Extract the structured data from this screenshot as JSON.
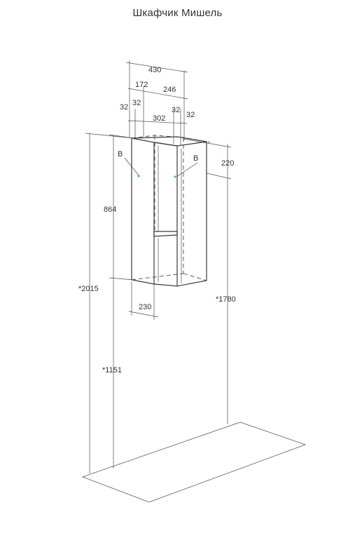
{
  "title": "Шкафчик Мишель",
  "dimensions": {
    "width_total": "430",
    "left_section": "172",
    "right_section": "246",
    "thick_1": "32",
    "thick_2": "32",
    "thick_3": "32",
    "thick_4": "32",
    "inner_width": "302",
    "depth_top": "220",
    "height": "864",
    "total_height": "*2015",
    "height_right": "*1780",
    "base_height": "*1151",
    "depth_bottom": "230"
  },
  "markers": {
    "left": "B",
    "right": "B"
  },
  "colors": {
    "mount_point": "#3fb8c8",
    "line": "#3a3a3a"
  }
}
